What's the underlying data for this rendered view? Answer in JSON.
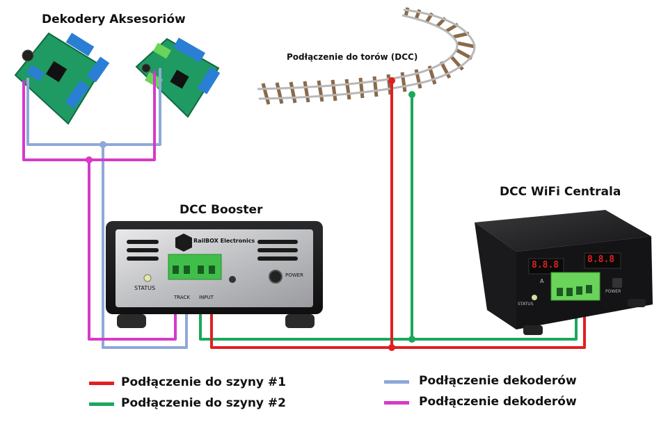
{
  "labels": {
    "decoders_title": "Dekodery Aksesoriów",
    "track_title": "Podłączenie do torów (DCC)",
    "booster_title": "DCC Booster",
    "central_title": "DCC WiFi Centrala"
  },
  "booster": {
    "brand": "RailBOX Electronics",
    "status_label": "STATUS",
    "power_label": "POWER",
    "track_label": "TRACK",
    "input_label": "INPUT"
  },
  "central": {
    "display_left": "8.8.8",
    "display_right": "8.8.8",
    "unit_label": "A",
    "status_label": "STATUS",
    "power_label": "POWER"
  },
  "legend": {
    "items": [
      {
        "label": "Podłączenie do szyny #1",
        "color": "#e02020"
      },
      {
        "label": "Podłączenie do szyny #2",
        "color": "#1aa85a"
      },
      {
        "label": "Podłączenie dekoderów",
        "color": "#8fa8d8"
      },
      {
        "label": "Podłączenie dekoderów",
        "color": "#d63ac8"
      }
    ]
  },
  "colors": {
    "rail1": "#e02020",
    "rail2": "#1aa85a",
    "dec_blue": "#8fa8d8",
    "dec_magenta": "#d63ac8",
    "pcb": "#1f9a63",
    "terminal_blue": "#2a7fd4",
    "terminal_green": "#6ad35a",
    "device_body": "#1d1d1f"
  }
}
